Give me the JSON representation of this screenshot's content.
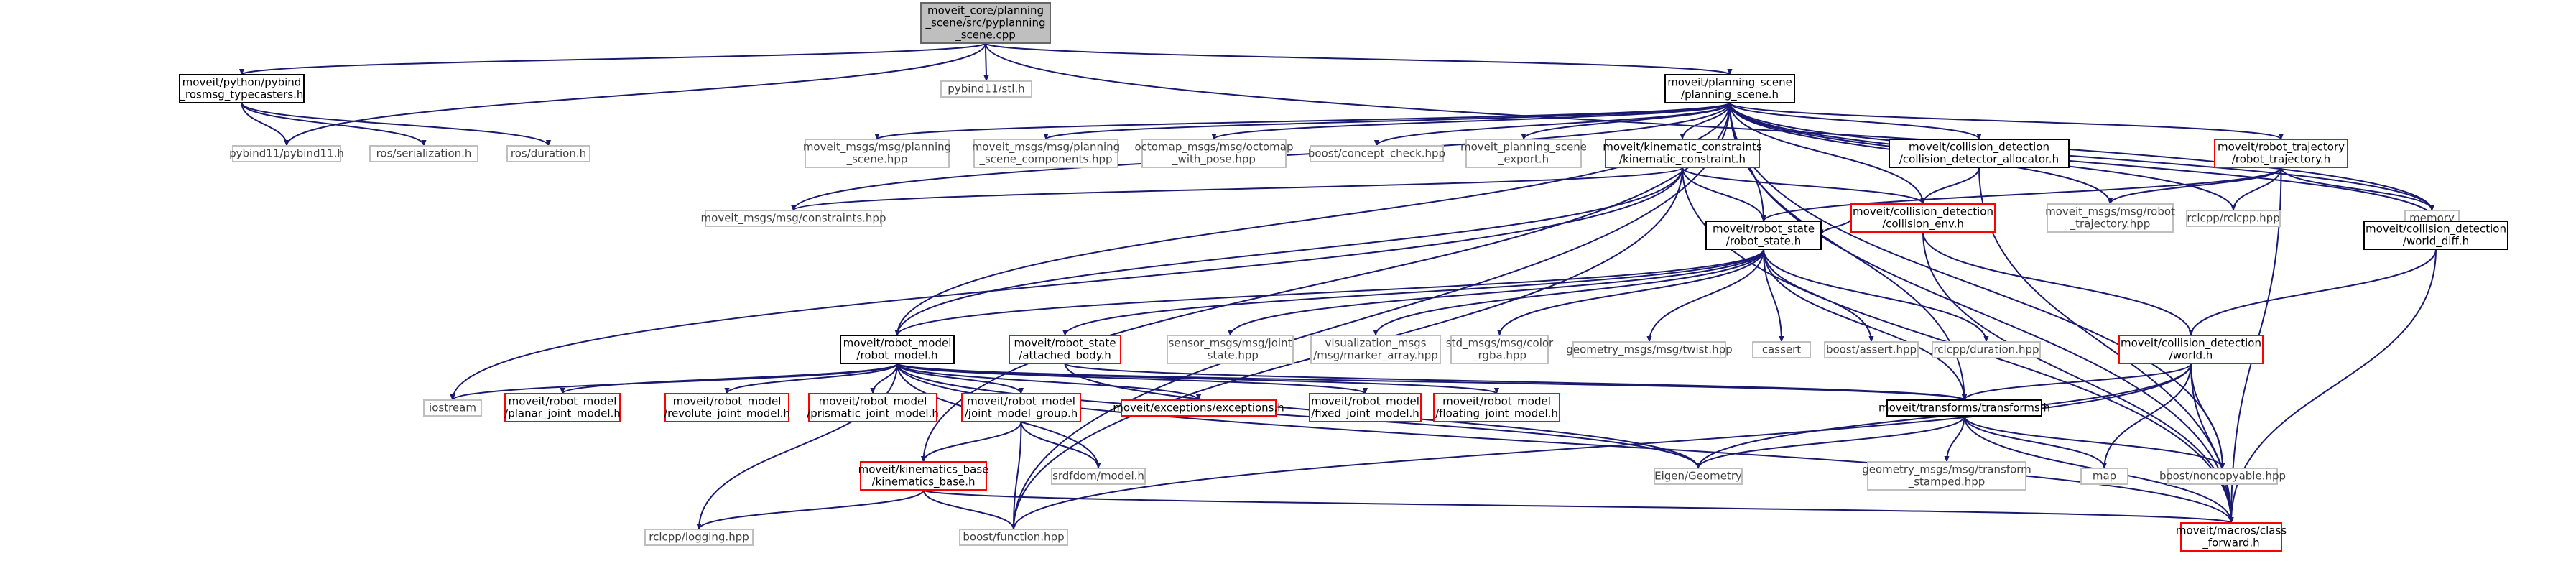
{
  "diagram": {
    "colors": {
      "edge": "#191970",
      "border_root": "#666666",
      "fill_root": "#bfbfbf",
      "border_default": "#000000",
      "border_red": "#ff0000",
      "border_gray": "#bfbfbf",
      "text_default": "#000000",
      "text_gray": "#3f3f3f"
    },
    "nodes": [
      {
        "id": "root",
        "style": "root",
        "lines": [
          "moveit_core/planning",
          "_scene/src/pyplanning",
          "_scene.cpp"
        ]
      },
      {
        "id": "pybind_typecasters",
        "style": "default",
        "lines": [
          "moveit/python/pybind",
          "_rosmsg_typecasters.h"
        ]
      },
      {
        "id": "pybind_stl",
        "style": "gray",
        "lines": [
          "pybind11/stl.h"
        ]
      },
      {
        "id": "planning_scene",
        "style": "default",
        "lines": [
          "moveit/planning_scene",
          "/planning_scene.h"
        ]
      },
      {
        "id": "pybind11",
        "style": "gray",
        "lines": [
          "pybind11/pybind11.h"
        ]
      },
      {
        "id": "ros_serialization",
        "style": "gray",
        "lines": [
          "ros/serialization.h"
        ]
      },
      {
        "id": "ros_duration",
        "style": "gray",
        "lines": [
          "ros/duration.h"
        ]
      },
      {
        "id": "ps_msg",
        "style": "gray",
        "lines": [
          "moveit_msgs/msg/planning",
          "_scene.hpp"
        ]
      },
      {
        "id": "psc_msg",
        "style": "gray",
        "lines": [
          "moveit_msgs/msg/planning",
          "_scene_components.hpp"
        ]
      },
      {
        "id": "octomap_msg",
        "style": "gray",
        "lines": [
          "octomap_msgs/msg/octomap",
          "_with_pose.hpp"
        ]
      },
      {
        "id": "concept_check",
        "style": "gray",
        "lines": [
          "boost/concept_check.hpp"
        ]
      },
      {
        "id": "ps_export",
        "style": "gray",
        "lines": [
          "moveit_planning_scene",
          "_export.h"
        ]
      },
      {
        "id": "kin_constraint",
        "style": "red",
        "lines": [
          "moveit/kinematic_constraints",
          "/kinematic_constraint.h"
        ]
      },
      {
        "id": "cd_allocator",
        "style": "default",
        "lines": [
          "moveit/collision_detection",
          "/collision_detector_allocator.h"
        ]
      },
      {
        "id": "robot_trajectory",
        "style": "red",
        "lines": [
          "moveit/robot_trajectory",
          "/robot_trajectory.h"
        ]
      },
      {
        "id": "constraints_msg",
        "style": "gray",
        "lines": [
          "moveit_msgs/msg/constraints.hpp"
        ]
      },
      {
        "id": "collision_env",
        "style": "red",
        "lines": [
          "moveit/collision_detection",
          "/collision_env.h"
        ]
      },
      {
        "id": "robot_traj_msg",
        "style": "gray",
        "lines": [
          "moveit_msgs/msg/robot",
          "_trajectory.hpp"
        ]
      },
      {
        "id": "rclcpp",
        "style": "gray",
        "lines": [
          "rclcpp/rclcpp.hpp"
        ]
      },
      {
        "id": "memory",
        "style": "gray",
        "lines": [
          "memory"
        ]
      },
      {
        "id": "world_diff",
        "style": "default",
        "lines": [
          "moveit/collision_detection",
          "/world_diff.h"
        ]
      },
      {
        "id": "robot_state",
        "style": "default",
        "lines": [
          "moveit/robot_state",
          "/robot_state.h"
        ]
      },
      {
        "id": "robot_model",
        "style": "default",
        "lines": [
          "moveit/robot_model",
          "/robot_model.h"
        ]
      },
      {
        "id": "attached_body",
        "style": "red",
        "lines": [
          "moveit/robot_state",
          "/attached_body.h"
        ]
      },
      {
        "id": "joint_state_msg",
        "style": "gray",
        "lines": [
          "sensor_msgs/msg/joint",
          "_state.hpp"
        ]
      },
      {
        "id": "marker_array_msg",
        "style": "gray",
        "lines": [
          "visualization_msgs",
          "/msg/marker_array.hpp"
        ]
      },
      {
        "id": "color_rgba_msg",
        "style": "gray",
        "lines": [
          "std_msgs/msg/color",
          "_rgba.hpp"
        ]
      },
      {
        "id": "twist_msg",
        "style": "gray",
        "lines": [
          "geometry_msgs/msg/twist.hpp"
        ]
      },
      {
        "id": "cassert",
        "style": "gray",
        "lines": [
          "cassert"
        ]
      },
      {
        "id": "boost_assert",
        "style": "gray",
        "lines": [
          "boost/assert.hpp"
        ]
      },
      {
        "id": "rclcpp_duration",
        "style": "gray",
        "lines": [
          "rclcpp/duration.hpp"
        ]
      },
      {
        "id": "world",
        "style": "red",
        "lines": [
          "moveit/collision_detection",
          "/world.h"
        ]
      },
      {
        "id": "iostream",
        "style": "gray",
        "lines": [
          "iostream"
        ]
      },
      {
        "id": "planar_joint",
        "style": "red",
        "lines": [
          "moveit/robot_model",
          "/planar_joint_model.h"
        ]
      },
      {
        "id": "revolute_joint",
        "style": "red",
        "lines": [
          "moveit/robot_model",
          "/revolute_joint_model.h"
        ]
      },
      {
        "id": "prismatic_joint",
        "style": "red",
        "lines": [
          "moveit/robot_model",
          "/prismatic_joint_model.h"
        ]
      },
      {
        "id": "joint_model_group",
        "style": "red",
        "lines": [
          "moveit/robot_model",
          "/joint_model_group.h"
        ]
      },
      {
        "id": "exceptions",
        "style": "red",
        "lines": [
          "moveit/exceptions/exceptions.h"
        ]
      },
      {
        "id": "fixed_joint",
        "style": "red",
        "lines": [
          "moveit/robot_model",
          "/fixed_joint_model.h"
        ]
      },
      {
        "id": "floating_joint",
        "style": "red",
        "lines": [
          "moveit/robot_model",
          "/floating_joint_model.h"
        ]
      },
      {
        "id": "transforms",
        "style": "default",
        "lines": [
          "moveit/transforms/transforms.h"
        ]
      },
      {
        "id": "kinematics_base",
        "style": "red",
        "lines": [
          "moveit/kinematics_base",
          "/kinematics_base.h"
        ]
      },
      {
        "id": "srdfdom",
        "style": "gray",
        "lines": [
          "srdfdom/model.h"
        ]
      },
      {
        "id": "eigen_geometry",
        "style": "gray",
        "lines": [
          "Eigen/Geometry"
        ]
      },
      {
        "id": "transform_stamped_msg",
        "style": "gray",
        "lines": [
          "geometry_msgs/msg/transform",
          "_stamped.hpp"
        ]
      },
      {
        "id": "map",
        "style": "gray",
        "lines": [
          "map"
        ]
      },
      {
        "id": "noncopyable",
        "style": "gray",
        "lines": [
          "boost/noncopyable.hpp"
        ]
      },
      {
        "id": "rclcpp_logging",
        "style": "gray",
        "lines": [
          "rclcpp/logging.hpp"
        ]
      },
      {
        "id": "boost_function",
        "style": "gray",
        "lines": [
          "boost/function.hpp"
        ]
      },
      {
        "id": "class_forward",
        "style": "red",
        "lines": [
          "moveit/macros/class",
          "_forward.h"
        ]
      }
    ],
    "edges": [
      [
        "root",
        "pybind_typecasters"
      ],
      [
        "root",
        "pybind_stl"
      ],
      [
        "root",
        "planning_scene"
      ],
      [
        "root",
        "pybind11"
      ],
      [
        "root",
        "memory"
      ],
      [
        "pybind_typecasters",
        "pybind11"
      ],
      [
        "pybind_typecasters",
        "ros_serialization"
      ],
      [
        "pybind_typecasters",
        "ros_duration"
      ],
      [
        "planning_scene",
        "ps_msg"
      ],
      [
        "planning_scene",
        "psc_msg"
      ],
      [
        "planning_scene",
        "octomap_msg"
      ],
      [
        "planning_scene",
        "concept_check"
      ],
      [
        "planning_scene",
        "ps_export"
      ],
      [
        "planning_scene",
        "kin_constraint"
      ],
      [
        "planning_scene",
        "cd_allocator"
      ],
      [
        "planning_scene",
        "robot_trajectory"
      ],
      [
        "planning_scene",
        "robot_traj_msg"
      ],
      [
        "planning_scene",
        "rclcpp"
      ],
      [
        "planning_scene",
        "memory"
      ],
      [
        "planning_scene",
        "world_diff"
      ],
      [
        "planning_scene",
        "robot_state"
      ],
      [
        "planning_scene",
        "robot_model"
      ],
      [
        "planning_scene",
        "collision_env"
      ],
      [
        "planning_scene",
        "transforms"
      ],
      [
        "planning_scene",
        "noncopyable"
      ],
      [
        "planning_scene",
        "class_forward"
      ],
      [
        "planning_scene",
        "kinematics_base"
      ],
      [
        "planning_scene",
        "boost_function"
      ],
      [
        "planning_scene",
        "constraints_msg"
      ],
      [
        "kin_constraint",
        "constraints_msg"
      ],
      [
        "kin_constraint",
        "collision_env"
      ],
      [
        "kin_constraint",
        "robot_state"
      ],
      [
        "kin_constraint",
        "robot_model"
      ],
      [
        "kin_constraint",
        "iostream"
      ],
      [
        "kin_constraint",
        "class_forward"
      ],
      [
        "kin_constraint",
        "boost_function"
      ],
      [
        "cd_allocator",
        "collision_env"
      ],
      [
        "cd_allocator",
        "class_forward"
      ],
      [
        "robot_trajectory",
        "robot_traj_msg"
      ],
      [
        "robot_trajectory",
        "rclcpp"
      ],
      [
        "robot_trajectory",
        "memory"
      ],
      [
        "robot_trajectory",
        "robot_state"
      ],
      [
        "robot_trajectory",
        "class_forward"
      ],
      [
        "collision_env",
        "robot_state"
      ],
      [
        "collision_env",
        "world"
      ],
      [
        "collision_env",
        "class_forward"
      ],
      [
        "world_diff",
        "world"
      ],
      [
        "world_diff",
        "class_forward"
      ],
      [
        "robot_state",
        "robot_model"
      ],
      [
        "robot_state",
        "attached_body"
      ],
      [
        "robot_state",
        "joint_state_msg"
      ],
      [
        "robot_state",
        "marker_array_msg"
      ],
      [
        "robot_state",
        "color_rgba_msg"
      ],
      [
        "robot_state",
        "twist_msg"
      ],
      [
        "robot_state",
        "cassert"
      ],
      [
        "robot_state",
        "boost_assert"
      ],
      [
        "robot_state",
        "rclcpp_duration"
      ],
      [
        "robot_state",
        "transforms"
      ],
      [
        "attached_body",
        "transforms"
      ],
      [
        "attached_body",
        "eigen_geometry"
      ],
      [
        "robot_model",
        "iostream"
      ],
      [
        "robot_model",
        "planar_joint"
      ],
      [
        "robot_model",
        "revolute_joint"
      ],
      [
        "robot_model",
        "prismatic_joint"
      ],
      [
        "robot_model",
        "joint_model_group"
      ],
      [
        "robot_model",
        "exceptions"
      ],
      [
        "robot_model",
        "fixed_joint"
      ],
      [
        "robot_model",
        "floating_joint"
      ],
      [
        "robot_model",
        "srdfdom"
      ],
      [
        "robot_model",
        "rclcpp_logging"
      ],
      [
        "robot_model",
        "eigen_geometry"
      ],
      [
        "robot_model",
        "class_forward"
      ],
      [
        "robot_model",
        "transforms"
      ],
      [
        "joint_model_group",
        "kinematics_base"
      ],
      [
        "joint_model_group",
        "srdfdom"
      ],
      [
        "joint_model_group",
        "boost_function"
      ],
      [
        "kinematics_base",
        "rclcpp_logging"
      ],
      [
        "kinematics_base",
        "boost_function"
      ],
      [
        "kinematics_base",
        "class_forward"
      ],
      [
        "world",
        "transforms"
      ],
      [
        "world",
        "eigen_geometry"
      ],
      [
        "world",
        "map"
      ],
      [
        "world",
        "noncopyable"
      ],
      [
        "world",
        "class_forward"
      ],
      [
        "world",
        "boost_function"
      ],
      [
        "transforms",
        "eigen_geometry"
      ],
      [
        "transforms",
        "transform_stamped_msg"
      ],
      [
        "transforms",
        "map"
      ],
      [
        "transforms",
        "noncopyable"
      ],
      [
        "transforms",
        "class_forward"
      ]
    ]
  }
}
